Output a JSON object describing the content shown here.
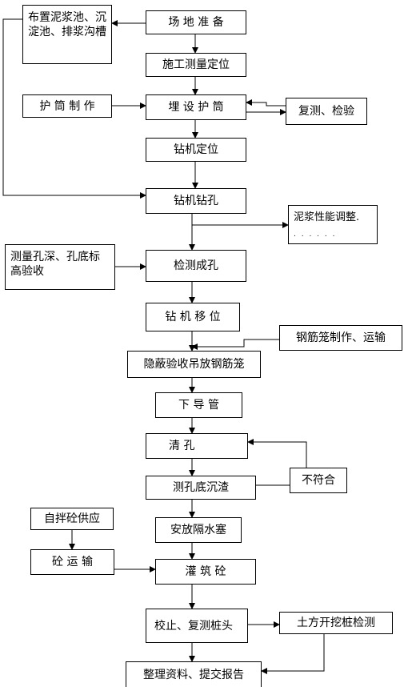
{
  "nodes": {
    "site_prep": "场 地 准 备",
    "survey": "施工测量定位",
    "mud_pool": "布置泥浆池、沉淀池、排浆沟槽",
    "casing_make": "护 筒 制 作",
    "bury_casing": "埋 设 护 筒",
    "recheck": "复测、检验",
    "rig_position": "钻机定位",
    "drilling": "钻机钻孔",
    "mud_adjust": "泥浆性能调整.",
    "mud_adjust_dots": ". . . . . .",
    "measure_hole": "测量孔深、孔底标高验收",
    "inspect_hole": "检测成孔",
    "rig_move": "钻 机 移 位",
    "cage_make": "钢筋笼制作、运输",
    "cage_place": "隐蔽验收吊放钢筋笼",
    "tremie": "下 导 管",
    "clean_hole": "清  孔",
    "not_ok": "不符合",
    "measure_sediment": "测孔底沉渣",
    "plug": "安放隔水塞",
    "self_mix": "自拌砼供应",
    "concrete_transport": "砼 运 输",
    "pour": "灌 筑 砼",
    "pile_head": "校止、复测桩头",
    "excavation_test": "土方开挖桩检测",
    "report": "整理资料、提交报告"
  }
}
